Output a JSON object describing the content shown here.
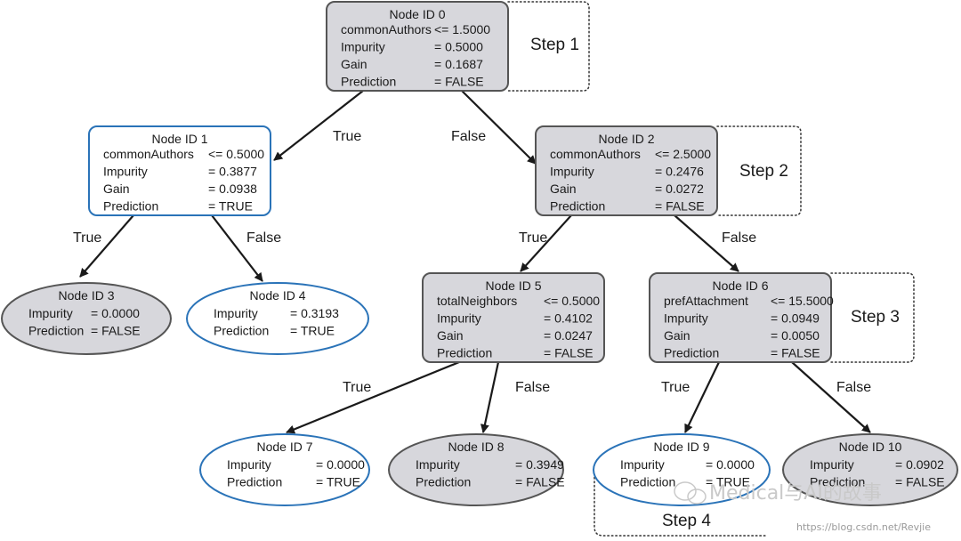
{
  "colors": {
    "gray_fill": "#d7d7dc",
    "gray_stroke": "#555555",
    "blue_stroke": "#2a73b8",
    "edge": "#1a1a1a"
  },
  "nodes": [
    {
      "title": "Node ID 0",
      "shape": "rect",
      "style": "gray",
      "rows": [
        [
          "commonAuthors",
          "<= 1.5000"
        ],
        [
          "Impurity",
          "= 0.5000"
        ],
        [
          "Gain",
          "= 0.1687"
        ],
        [
          "Prediction",
          "= FALSE"
        ]
      ]
    },
    {
      "title": "Node ID 1",
      "shape": "rect",
      "style": "blue",
      "rows": [
        [
          "commonAuthors",
          "<= 0.5000"
        ],
        [
          "Impurity",
          "= 0.3877"
        ],
        [
          "Gain",
          "= 0.0938"
        ],
        [
          "Prediction",
          "= TRUE"
        ]
      ]
    },
    {
      "title": "Node ID 2",
      "shape": "rect",
      "style": "gray",
      "rows": [
        [
          "commonAuthors",
          "<= 2.5000"
        ],
        [
          "Impurity",
          "= 0.2476"
        ],
        [
          "Gain",
          "= 0.0272"
        ],
        [
          "Prediction",
          "= FALSE"
        ]
      ]
    },
    {
      "title": "Node ID 3",
      "shape": "ellipse",
      "style": "gray",
      "rows": [
        [
          "Impurity",
          "= 0.0000"
        ],
        [
          "Prediction",
          "= FALSE"
        ]
      ]
    },
    {
      "title": "Node ID 4",
      "shape": "ellipse",
      "style": "blue",
      "rows": [
        [
          "Impurity",
          "= 0.3193"
        ],
        [
          "Prediction",
          "= TRUE"
        ]
      ]
    },
    {
      "title": "Node ID 5",
      "shape": "rect",
      "style": "gray",
      "rows": [
        [
          "totalNeighbors",
          "<= 0.5000"
        ],
        [
          "Impurity",
          "= 0.4102"
        ],
        [
          "Gain",
          "= 0.0247"
        ],
        [
          "Prediction",
          "= FALSE"
        ]
      ]
    },
    {
      "title": "Node ID 6",
      "shape": "rect",
      "style": "gray",
      "rows": [
        [
          "prefAttachment",
          "<= 15.5000"
        ],
        [
          "Impurity",
          "= 0.0949"
        ],
        [
          "Gain",
          "= 0.0050"
        ],
        [
          "Prediction",
          "= FALSE"
        ]
      ]
    },
    {
      "title": "Node ID 7",
      "shape": "ellipse",
      "style": "blue",
      "rows": [
        [
          "Impurity",
          "= 0.0000"
        ],
        [
          "Prediction",
          "= TRUE"
        ]
      ]
    },
    {
      "title": "Node ID 8",
      "shape": "ellipse",
      "style": "gray",
      "rows": [
        [
          "Impurity",
          "= 0.3949"
        ],
        [
          "Prediction",
          "= FALSE"
        ]
      ]
    },
    {
      "title": "Node ID 9",
      "shape": "ellipse",
      "style": "blue",
      "rows": [
        [
          "Impurity",
          "= 0.0000"
        ],
        [
          "Prediction",
          "= TRUE"
        ]
      ]
    },
    {
      "title": "Node ID 10",
      "shape": "ellipse",
      "style": "gray",
      "rows": [
        [
          "Impurity",
          "= 0.0902"
        ],
        [
          "Prediction",
          "= FALSE"
        ]
      ]
    }
  ],
  "edges": [
    {
      "from": 0,
      "to": 1,
      "label": "True"
    },
    {
      "from": 0,
      "to": 2,
      "label": "False"
    },
    {
      "from": 1,
      "to": 3,
      "label": "True"
    },
    {
      "from": 1,
      "to": 4,
      "label": "False"
    },
    {
      "from": 2,
      "to": 5,
      "label": "True"
    },
    {
      "from": 2,
      "to": 6,
      "label": "False"
    },
    {
      "from": 5,
      "to": 7,
      "label": "True"
    },
    {
      "from": 5,
      "to": 8,
      "label": "False"
    },
    {
      "from": 6,
      "to": 9,
      "label": "True"
    },
    {
      "from": 6,
      "to": 10,
      "label": "False"
    }
  ],
  "steps": [
    {
      "label": "Step 1",
      "node": 0
    },
    {
      "label": "Step 2",
      "node": 2
    },
    {
      "label": "Step 3",
      "node": 6
    },
    {
      "label": "Step 4",
      "node": 9
    }
  ],
  "watermark": {
    "text": "Medical与AI的故事",
    "url": "https://blog.csdn.net/Revjie"
  }
}
